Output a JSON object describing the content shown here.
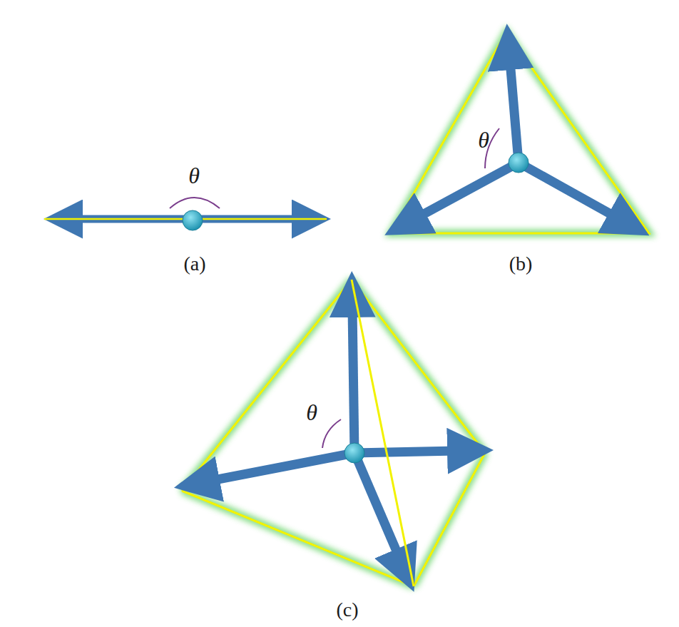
{
  "diagram": {
    "labels": [
      "θ",
      "(a)",
      "θ",
      "(b)",
      "θ",
      "(c)"
    ]
  }
}
